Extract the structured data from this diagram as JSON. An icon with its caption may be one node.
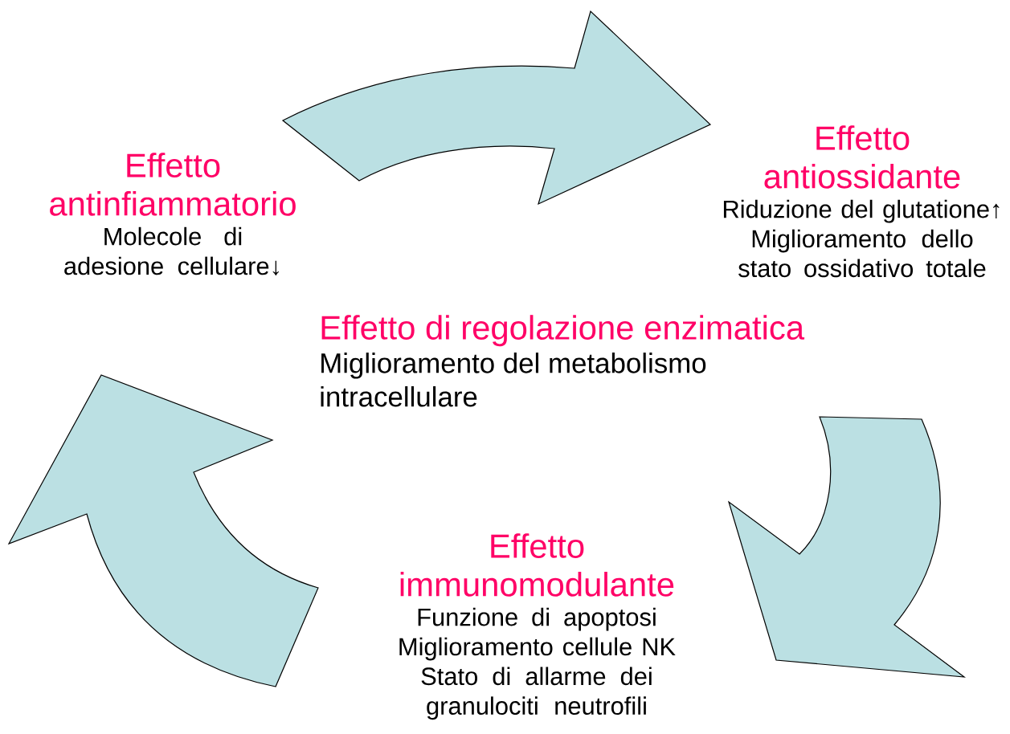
{
  "diagram": {
    "nodes": [
      {
        "text": [
          "Effetto antinfiammatorio",
          "Molecole di adesione cellulare↓"
        ]
      },
      {
        "text": [
          "Effetto antiossidante",
          "Riduzione del glutatione↑",
          "Miglioramento dello stato ossidativo totale"
        ]
      },
      {
        "text": [
          "Effetto di regolazione enzimatica",
          "Miglioramento del metabolismo intracellulare"
        ]
      },
      {
        "text": [
          "Effetto immunomodulante",
          "Funzione di apoptosi",
          "Miglioramento cellule NK",
          "Stato di allarme dei granulociti neutrofili"
        ]
      }
    ],
    "edges": [
      {
        "from": 0,
        "to": 1,
        "arrow": "to"
      },
      {
        "from": 1,
        "to": 3,
        "arrow": "to"
      },
      {
        "from": 3,
        "to": 0,
        "arrow": "to"
      }
    ]
  }
}
